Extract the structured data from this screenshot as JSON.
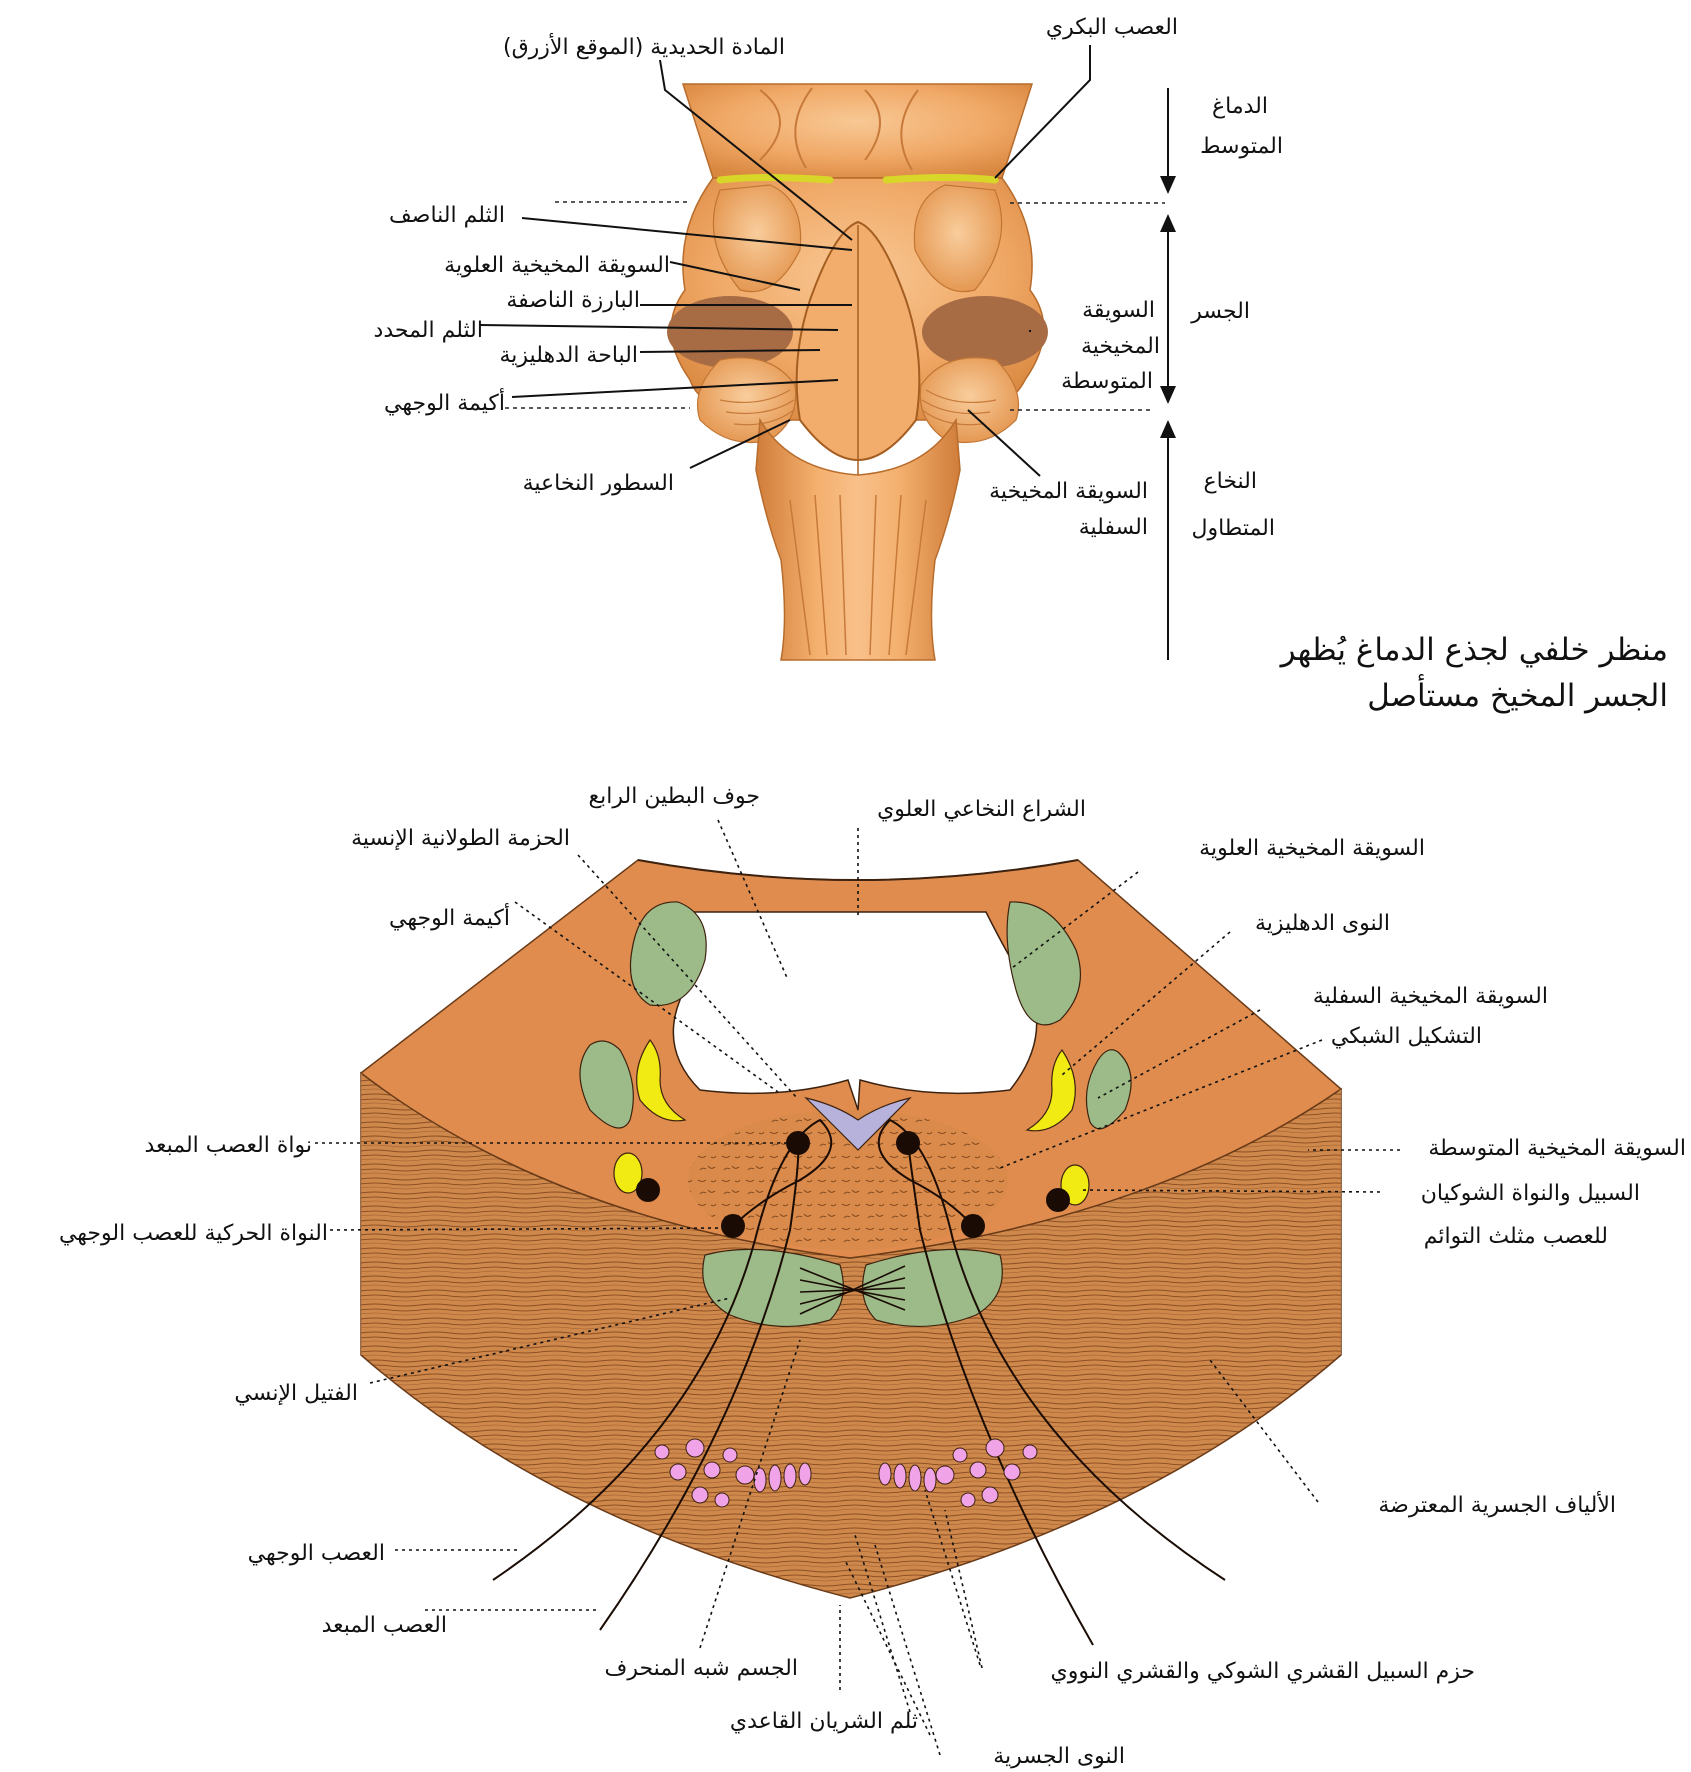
{
  "upper_view": {
    "title_line1": "منظر خلفي لجذع الدماغ يُظهر",
    "title_line2": "الجسر المخيخ مستأصل",
    "labels": {
      "locus_coeruleus": "المادة الحديدية (الموقع الأزرق)",
      "trochlear_nerve": "العصب البكري",
      "median_sulcus": "الثلم الناصف",
      "superior_peduncle": "السويقة المخيخية العلوية",
      "median_eminence": "البارزة الناصفة",
      "sulcus_limitans": "الثلم المحدد",
      "vestibular_area": "الباحة الدهليزية",
      "facial_colliculus": "أكيمة الوجهي",
      "striae_medullares": "السطور النخاعية",
      "middle_peduncle_1": "السويقة",
      "middle_peduncle_2": "المخيخية",
      "middle_peduncle_3": "المتوسطة",
      "inferior_peduncle_1": "السويقة المخيخية",
      "inferior_peduncle_2": "السفلية"
    },
    "regions": {
      "midbrain_1": "الدماغ",
      "midbrain_2": "المتوسط",
      "pons": "الجسر",
      "medulla_1": "النخاع",
      "medulla_2": "المتطاول"
    }
  },
  "cross_section": {
    "labels": {
      "fourth_ventricle": "جوف البطين الرابع",
      "superior_medullary_velum": "الشراع النخاعي العلوي",
      "mlf": "الحزمة الطولانية الإنسية",
      "superior_peduncle": "السويقة المخيخية العلوية",
      "facial_colliculus": "أكيمة الوجهي",
      "vestibular_nuclei": "النوى الدهليزية",
      "inferior_peduncle": "السويقة المخيخية السفلية",
      "reticular_formation": "التشكيل الشبكي",
      "abducens_nucleus": "نواة العصب المبعد",
      "middle_peduncle": "السويقة المخيخية المتوسطة",
      "spinal_trigeminal_1": "السبيل والنواة الشوكيان",
      "spinal_trigeminal_2": "للعصب مثلث التوائم",
      "facial_motor_nucleus": "النواة الحركية للعصب الوجهي",
      "medial_lemniscus": "الفتيل الإنسي",
      "transverse_pontine_fibers": "الألياف الجسرية المعترضة",
      "facial_nerve": "العصب الوجهي",
      "abducens_nerve": "العصب المبعد",
      "trapezoid_body": "الجسم شبه المنحرف",
      "corticospinal_bundles": "حزم السبيل القشري الشوكي والقشري النووي",
      "basilar_sulcus": "ثلم الشريان القاعدي",
      "pontine_nuclei": "النوى الجسرية"
    }
  },
  "colors": {
    "tissue_light": "#f4b57a",
    "tissue_mid": "#ee9a55",
    "tissue_dark": "#c97a3c",
    "peduncle_cut": "#a86c45",
    "trochlear": "#d9d62a",
    "section_bg": "#df8c4e",
    "green_nuclei": "#9cbb88",
    "yellow_nuclei": "#f2ea13",
    "pink_nuclei": "#f0a3e6",
    "velum_purple": "#b6b2dc"
  }
}
